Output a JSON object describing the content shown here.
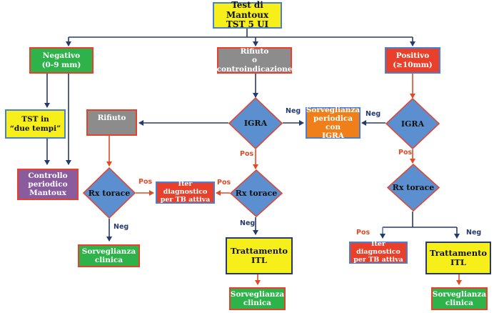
{
  "colors": {
    "green": "#2db34a",
    "grey": "#8c8c8c",
    "red_fill": "#e8402a",
    "red_border": "#e8402a",
    "yellow": "#f6ef1a",
    "purple": "#8a5c9e",
    "orange": "#f07f1a",
    "diamond": "#5b8fcf",
    "navy": "#253b6e",
    "arrow_red": "#e04a25",
    "blue_border": "#4a7fd0"
  },
  "nodes": {
    "root": "Test di Mantoux\nTST  5 UI",
    "negativo": "Negativo\n(0-9 mm)",
    "rifiuto_contro": "Rifiuto\no controindicazione",
    "positivo": "Positivo\n(≥10mm)",
    "tst_due": "TST in\n“due tempi”",
    "controllo": "Controllo\nperiodico\nMantoux",
    "rifiuto": "Rifiuto",
    "igra_mid": "IGRA",
    "sorveglianza_igra": "Sorveglianza\nperiodica con\nIGRA",
    "igra_right": "IGRA",
    "rx_left": "Rx torace",
    "iter_left": "Iter diagnostico\nper TB attiva",
    "rx_mid": "Rx torace",
    "rx_right": "Rx torace",
    "sorv_left": "Sorveglianza\nclinica",
    "trattamento_mid": "Trattamento\nITL",
    "iter_right": "Iter diagnostico\nper TB attiva",
    "trattamento_right": "Trattamento\nITL",
    "sorv_mid": "Sorveglianza\nclinica",
    "sorv_right": "Sorveglianza\nclinica"
  },
  "edge_labels": {
    "neg_igra_mid": "Neg",
    "neg_igra_right": "Neg",
    "pos_igra_mid": "Pos",
    "pos_igra_right": "Pos",
    "pos_rx_left": "Pos",
    "pos_rx_mid": "Pos",
    "neg_rx_left": "Neg",
    "neg_rx_mid": "Neg",
    "pos_rx_right": "Pos",
    "neg_rx_right": "Neg"
  }
}
